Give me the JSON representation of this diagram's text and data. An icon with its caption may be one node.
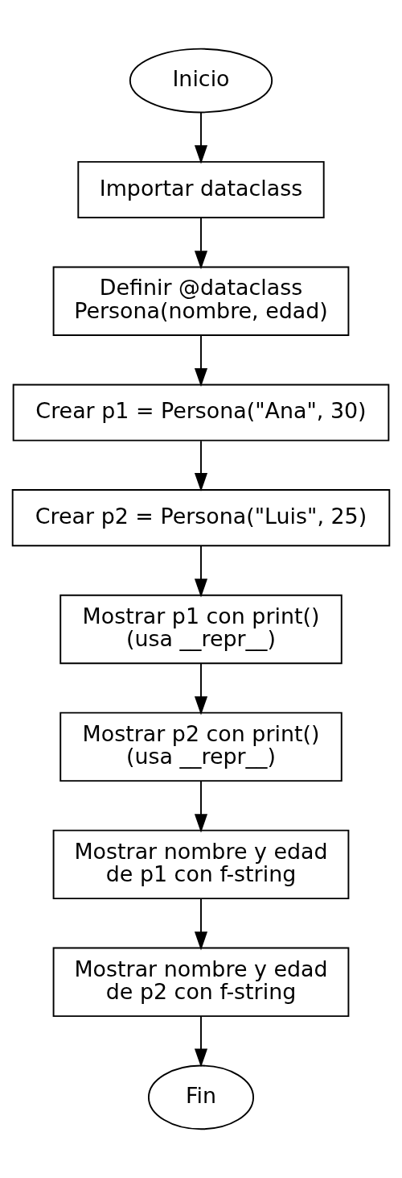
{
  "diagram": {
    "nodes": [
      {
        "text": [
          "Inicio"
        ]
      },
      {
        "text": [
          "Importar dataclass"
        ]
      },
      {
        "text": [
          "Definir @dataclass Persona(nombre, edad)"
        ]
      },
      {
        "text": [
          "Crear p1 = Persona(\"Ana\", 30)"
        ]
      },
      {
        "text": [
          "Crear p2 = Persona(\"Luis\", 25)"
        ]
      },
      {
        "text": [
          "Mostrar p1 con print() (usa __repr__)"
        ]
      },
      {
        "text": [
          "Mostrar p2 con print() (usa __repr__)"
        ]
      },
      {
        "text": [
          "Mostrar nombre y edad de p1 con f-string"
        ]
      },
      {
        "text": [
          "Mostrar nombre y edad de p2 con f-string"
        ]
      },
      {
        "text": [
          "Fin"
        ]
      }
    ],
    "edges": [
      {
        "from": 0,
        "to": 1,
        "arrow": "to"
      },
      {
        "from": 1,
        "to": 2,
        "arrow": "to"
      },
      {
        "from": 2,
        "to": 3,
        "arrow": "to"
      },
      {
        "from": 3,
        "to": 4,
        "arrow": "to"
      },
      {
        "from": 4,
        "to": 5,
        "arrow": "to"
      },
      {
        "from": 5,
        "to": 6,
        "arrow": "to"
      },
      {
        "from": 6,
        "to": 7,
        "arrow": "to"
      },
      {
        "from": 7,
        "to": 8,
        "arrow": "to"
      },
      {
        "from": 8,
        "to": 9,
        "arrow": "to"
      }
    ]
  }
}
